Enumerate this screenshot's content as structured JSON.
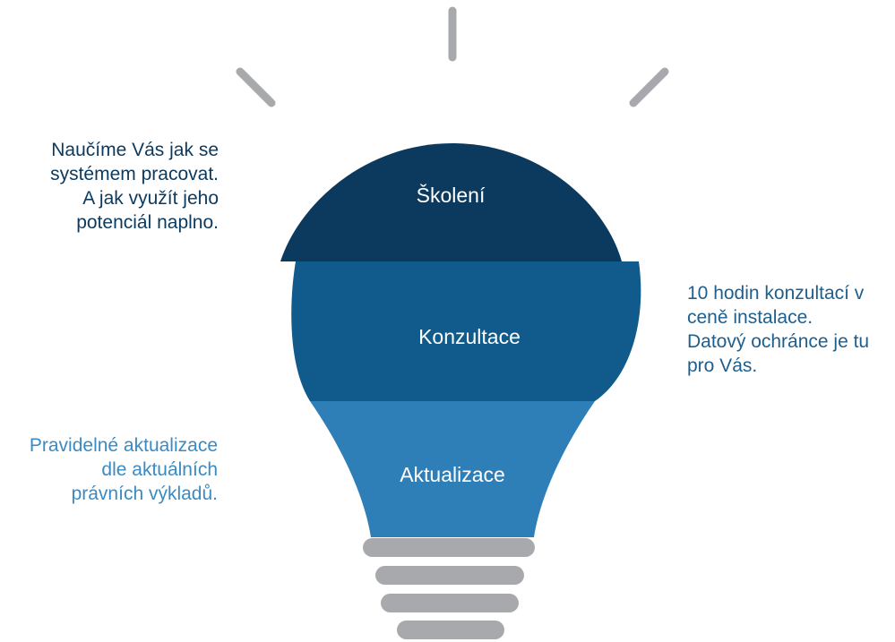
{
  "colors": {
    "ray": "#a7a9ac",
    "base": "#a7a9ac",
    "skoleni": "#0b3a5e",
    "konzultace": "#105b8c",
    "aktualizace": "#2e7fb8",
    "text_skoleni": "#0b3a5e",
    "text_konzultace": "#1d5f8e",
    "text_aktualizace": "#3b8ac2"
  },
  "bulb": {
    "sections": [
      {
        "id": "skoleni",
        "label": "Školení"
      },
      {
        "id": "konzultace",
        "label": "Konzultace"
      },
      {
        "id": "aktualizace",
        "label": "Aktualizace"
      }
    ]
  },
  "descriptions": {
    "skoleni": {
      "lines": [
        "Naučíme Vás jak se",
        "systémem pracovat.",
        "A jak využít jeho",
        "potenciál naplno."
      ]
    },
    "konzultace": {
      "lines": [
        "10 hodin konzultací v",
        "ceně instalace.",
        "Datový ochránce je tu",
        "pro Vás."
      ]
    },
    "aktualizace": {
      "lines": [
        "Pravidelné aktualizace",
        "dle aktuálních",
        "právních výkladů."
      ]
    }
  }
}
